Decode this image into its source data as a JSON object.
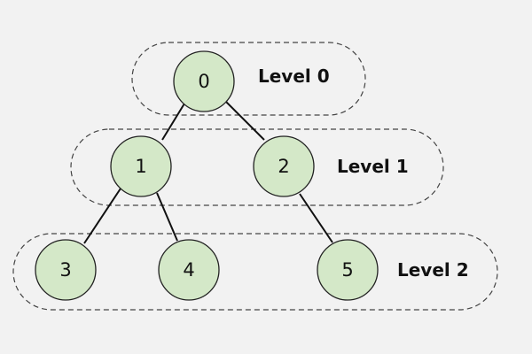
{
  "diagram": {
    "type": "binary-tree-levels",
    "colors": {
      "background": "#f2f2f2",
      "node_fill": "#d4e8c8",
      "node_stroke": "#222222",
      "edge": "#111111",
      "level_box_stroke": "#444444"
    },
    "levels": [
      {
        "label": "Level 0",
        "nodes": [
          "0"
        ]
      },
      {
        "label": "Level 1",
        "nodes": [
          "1",
          "2"
        ]
      },
      {
        "label": "Level 2",
        "nodes": [
          "3",
          "4",
          "5"
        ]
      }
    ],
    "nodes": [
      {
        "id": "0",
        "label": "0"
      },
      {
        "id": "1",
        "label": "1"
      },
      {
        "id": "2",
        "label": "2"
      },
      {
        "id": "3",
        "label": "3"
      },
      {
        "id": "4",
        "label": "4"
      },
      {
        "id": "5",
        "label": "5"
      }
    ],
    "edges": [
      {
        "from": "0",
        "to": "1"
      },
      {
        "from": "0",
        "to": "2"
      },
      {
        "from": "1",
        "to": "3"
      },
      {
        "from": "1",
        "to": "4"
      },
      {
        "from": "2",
        "to": "5"
      }
    ]
  }
}
